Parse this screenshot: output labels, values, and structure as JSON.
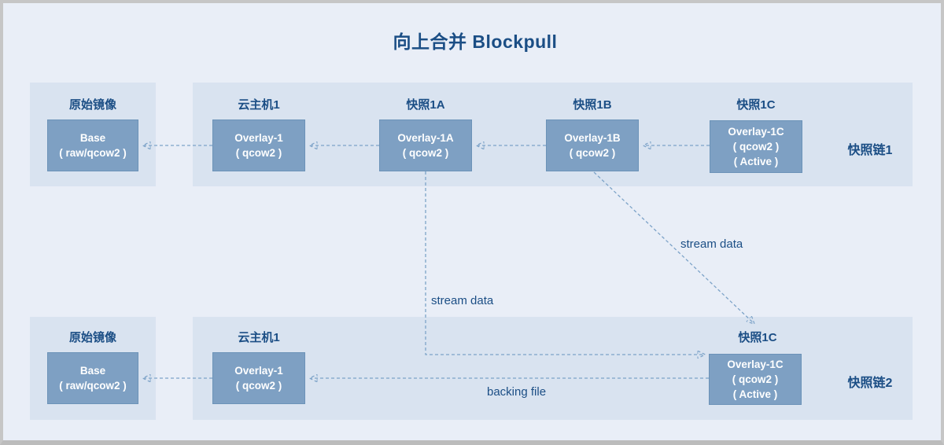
{
  "title": "向上合并 Blockpull",
  "chain1": {
    "origin_label": "原始镜像",
    "base": {
      "l1": "Base",
      "l2": "( raw/qcow2 )"
    },
    "cols": [
      {
        "label": "云主机1",
        "l1": "Overlay-1",
        "l2": "( qcow2 )"
      },
      {
        "label": "快照1A",
        "l1": "Overlay-1A",
        "l2": "( qcow2 )"
      },
      {
        "label": "快照1B",
        "l1": "Overlay-1B",
        "l2": "( qcow2 )"
      },
      {
        "label": "快照1C",
        "l1": "Overlay-1C",
        "l2": "( qcow2 )",
        "l3": "( Active )"
      }
    ],
    "chain_label": "快照链1"
  },
  "chain2": {
    "origin_label": "原始镜像",
    "base": {
      "l1": "Base",
      "l2": "( raw/qcow2 )"
    },
    "cols": [
      {
        "label": "云主机1",
        "l1": "Overlay-1",
        "l2": "( qcow2 )"
      },
      {
        "label": "快照1C",
        "l1": "Overlay-1C",
        "l2": "( qcow2 )",
        "l3": "( Active )"
      }
    ],
    "chain_label": "快照链2"
  },
  "edge_labels": {
    "stream_left": "stream data",
    "stream_right": "stream data",
    "backing": "backing file"
  },
  "colors": {
    "background": "#e9eef7",
    "panel": "#d9e3f0",
    "node_fill": "#7ea0c3",
    "text_dark": "#1b4e85",
    "arrow": "#7da3c8"
  }
}
